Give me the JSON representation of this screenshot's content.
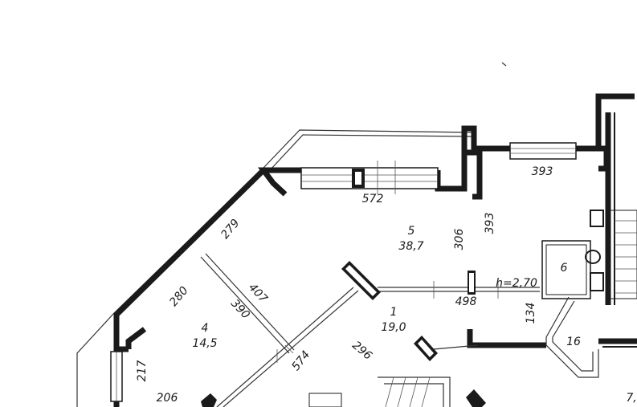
{
  "rooms": [
    {
      "number": "5",
      "area": "38,7"
    },
    {
      "number": "1",
      "area": "19,0"
    },
    {
      "number": "4",
      "area": "14,5"
    },
    {
      "number": "6"
    }
  ],
  "dimensions": {
    "d393a": "393",
    "d572": "572",
    "d306": "306",
    "d393b": "393",
    "d279": "279",
    "d280": "280",
    "d407": "407",
    "d390": "390",
    "d498": "498",
    "d134": "134",
    "d296": "296",
    "d574": "574",
    "d217": "217",
    "d206": "206",
    "d16": "16",
    "d7": "7,"
  },
  "ceiling_height": "h=2,70"
}
